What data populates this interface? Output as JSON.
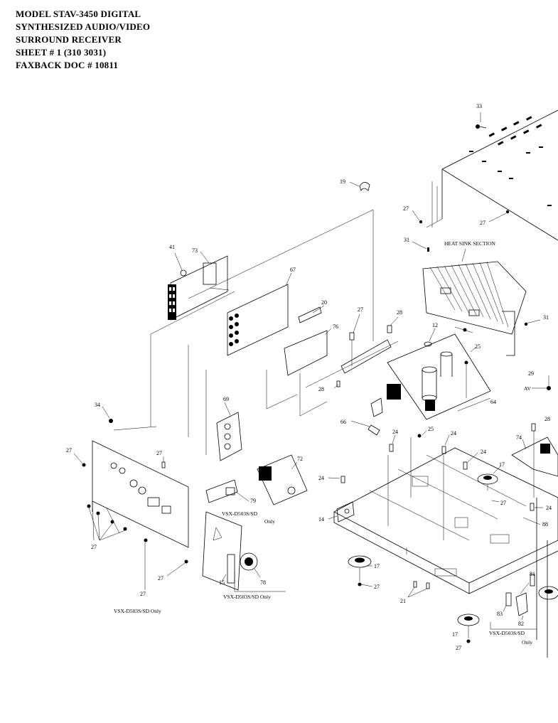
{
  "header": {
    "lines": [
      "MODEL STAV-3450 DIGITAL",
      "SYNTHESIZED AUDIO/VIDEO",
      "SURROUND RECEIVER",
      "SHEET # 1  (310 3031)",
      "FAXBACK DOC # 10811"
    ]
  },
  "annotations": {
    "heat_sink": "HEAT SINK SECTION",
    "variant_a": "VSX-D503S/SD",
    "variant_a_only": "Only",
    "variant_b": "VSX-D503S/SD Only",
    "variant_c": "VSX-D503S/SD Only",
    "variant_d": "VSX-D503S/SD",
    "variant_d_only": "Only",
    "av": "AV"
  },
  "callouts": {
    "c33": "33",
    "c19": "19",
    "c27a": "27",
    "c27b": "27",
    "c31a": "31",
    "c41": "41",
    "c73": "73",
    "c67": "67",
    "c20": "20",
    "c27c": "27",
    "c28a": "28",
    "c76": "76",
    "c12": "12",
    "c31b": "31",
    "c25a": "25",
    "c29": "29",
    "c34": "34",
    "c69": "69",
    "c28b": "28",
    "c64": "64",
    "c66": "66",
    "c28c": "28",
    "c27d": "27",
    "c72": "72",
    "c27e": "27",
    "c24a": "24",
    "c25b": "25",
    "c24b": "24",
    "c74": "74",
    "c24c": "24",
    "c17a": "17",
    "c24d": "24",
    "c79": "79",
    "c14": "14",
    "c27f": "27",
    "c88": "88",
    "c24e": "24",
    "c27g": "27",
    "c17b": "17",
    "c27h": "27",
    "c27i": "27",
    "c15": "15",
    "c78": "78",
    "c27j": "27",
    "c21": "21",
    "c81": "81",
    "c83": "83",
    "c82": "82",
    "c17c": "17",
    "c27k": "27"
  }
}
